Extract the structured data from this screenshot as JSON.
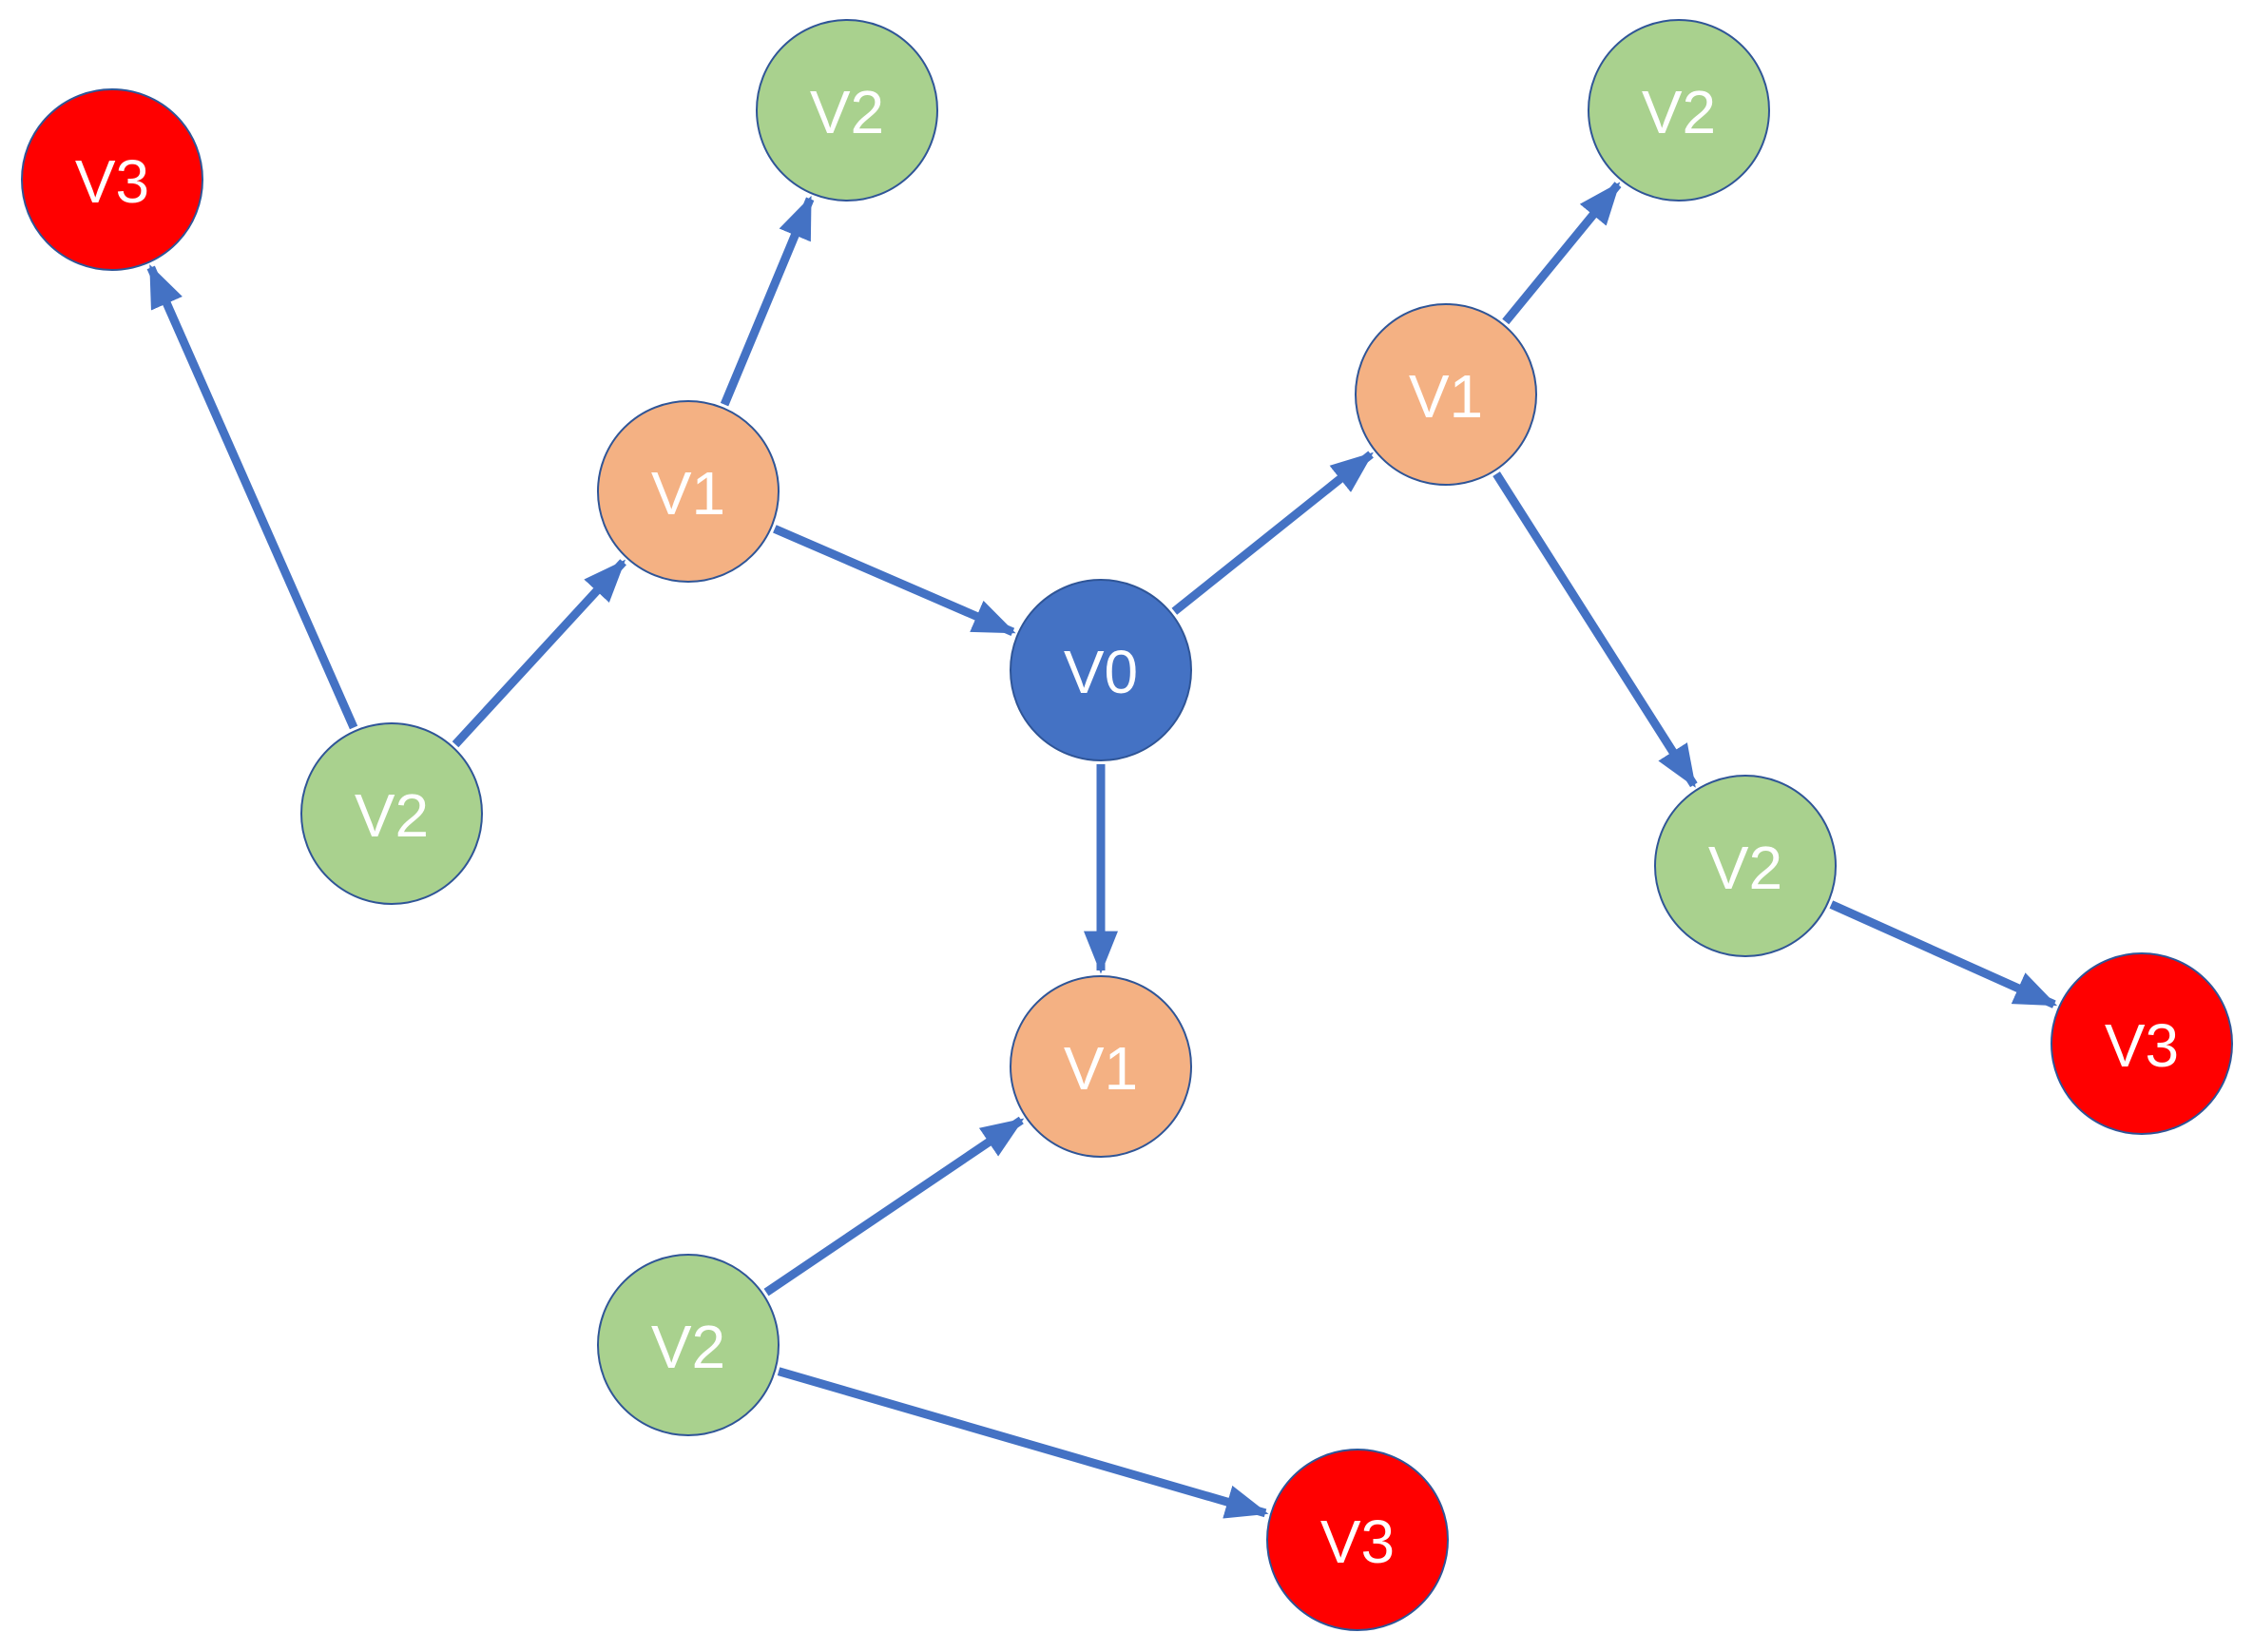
{
  "colors": {
    "edge": "#4472C4",
    "node_stroke": "#2F5597",
    "level_0": "#4472C4",
    "level_1": "#F4B183",
    "level_2": "#A9D18E",
    "level_3": "#FF0000",
    "label_light": "#FFFFFF"
  },
  "nodes": [
    {
      "id": "n0",
      "label": "V0",
      "level": 0
    },
    {
      "id": "n1",
      "label": "V1",
      "level": 1
    },
    {
      "id": "n2",
      "label": "V1",
      "level": 1
    },
    {
      "id": "n3",
      "label": "V1",
      "level": 1
    },
    {
      "id": "n4",
      "label": "V2",
      "level": 2
    },
    {
      "id": "n5",
      "label": "V2",
      "level": 2
    },
    {
      "id": "n6",
      "label": "V2",
      "level": 2
    },
    {
      "id": "n7",
      "label": "V2",
      "level": 2
    },
    {
      "id": "n8",
      "label": "V2",
      "level": 2
    },
    {
      "id": "n9",
      "label": "V3",
      "level": 3
    },
    {
      "id": "n10",
      "label": "V3",
      "level": 3
    },
    {
      "id": "n11",
      "label": "V3",
      "level": 3
    }
  ],
  "edges": [
    {
      "from": "n1",
      "to": "n0"
    },
    {
      "from": "n0",
      "to": "n2"
    },
    {
      "from": "n0",
      "to": "n3"
    },
    {
      "from": "n4",
      "to": "n1"
    },
    {
      "from": "n1",
      "to": "n5"
    },
    {
      "from": "n4",
      "to": "n9"
    },
    {
      "from": "n2",
      "to": "n6"
    },
    {
      "from": "n2",
      "to": "n7"
    },
    {
      "from": "n7",
      "to": "n10"
    },
    {
      "from": "n8",
      "to": "n3"
    },
    {
      "from": "n8",
      "to": "n11"
    }
  ]
}
